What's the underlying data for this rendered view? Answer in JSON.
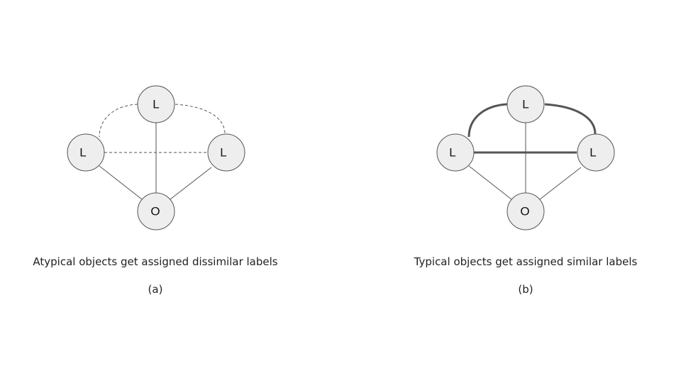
{
  "diagrams": [
    {
      "caption": "Atypical objects get assigned dissimilar labels",
      "sublabel": "(a)",
      "nodes": {
        "top": "L",
        "left": "L",
        "right": "L",
        "bottom": "O"
      },
      "label_edge_style": "dashed"
    },
    {
      "caption": "Typical objects get assigned similar labels",
      "sublabel": "(b)",
      "nodes": {
        "top": "L",
        "left": "L",
        "right": "L",
        "bottom": "O"
      },
      "label_edge_style": "thick"
    }
  ],
  "colors": {
    "node_fill": "#eeeeee",
    "edge": "#555555",
    "strong_edge": "#555555"
  }
}
